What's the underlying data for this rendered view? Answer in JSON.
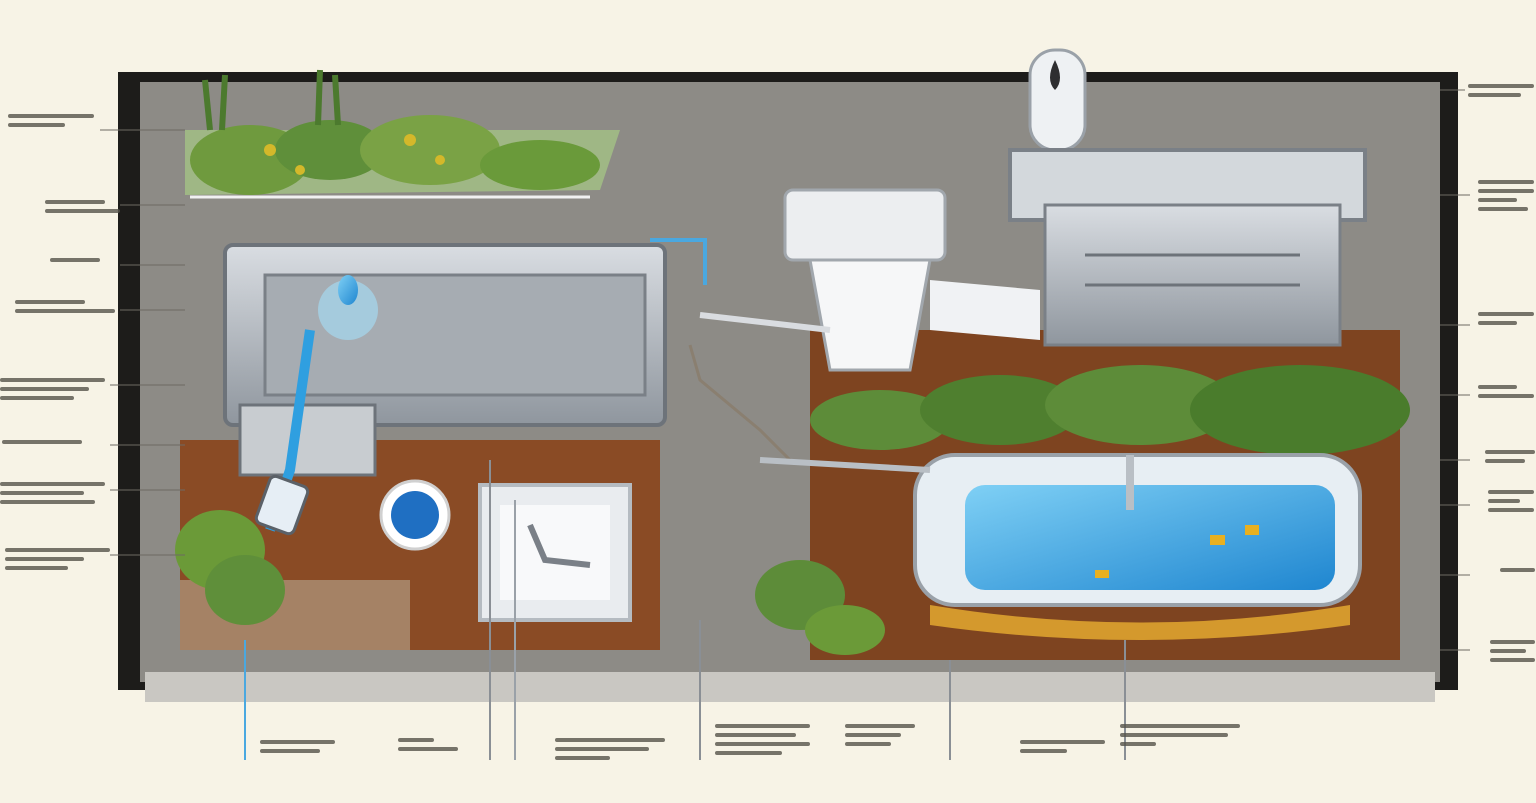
{
  "diagram": {
    "title": "",
    "labels": [],
    "components": [
      {
        "name": "rooftop-garden",
        "icon": "plant-icon"
      },
      {
        "name": "water-tank",
        "icon": "tank-icon"
      },
      {
        "name": "bathtub",
        "icon": "bathtub-icon"
      },
      {
        "name": "toilet",
        "icon": "toilet-icon"
      },
      {
        "name": "sink",
        "icon": "sink-icon"
      },
      {
        "name": "storage-tank",
        "icon": "tank-icon"
      },
      {
        "name": "planter-bed",
        "icon": "plant-icon"
      },
      {
        "name": "filtration-pond",
        "icon": "pond-icon"
      },
      {
        "name": "drain",
        "icon": "drain-icon"
      },
      {
        "name": "pump",
        "icon": "pump-icon"
      }
    ],
    "colors": {
      "water": "#2f9fe0",
      "soil": "#8a4b25",
      "foliage": "#5f8f3a",
      "wall": "#1d1c1a",
      "floor": "#8d8b86",
      "background": "#f7f3e6"
    }
  }
}
